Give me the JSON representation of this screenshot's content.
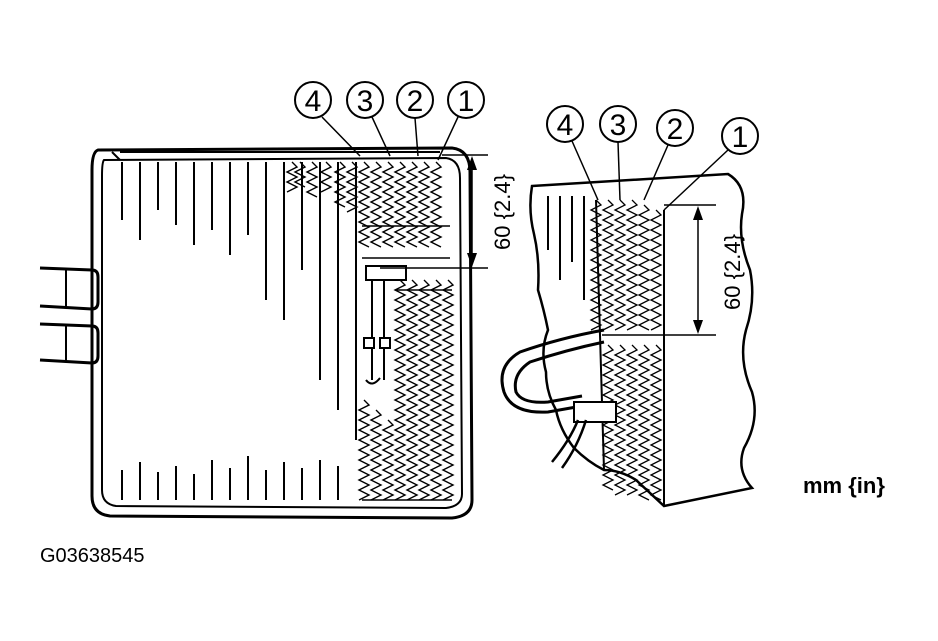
{
  "callouts_left": [
    "4",
    "3",
    "2",
    "1"
  ],
  "callouts_right": [
    "4",
    "3",
    "2",
    "1"
  ],
  "dimension_left": "60 {2.4}",
  "dimension_right": "60 {2.4}",
  "unit_label": "mm {in}",
  "figure_code": "G03638545",
  "colors": {
    "ink": "#000000",
    "paper": "#ffffff"
  }
}
